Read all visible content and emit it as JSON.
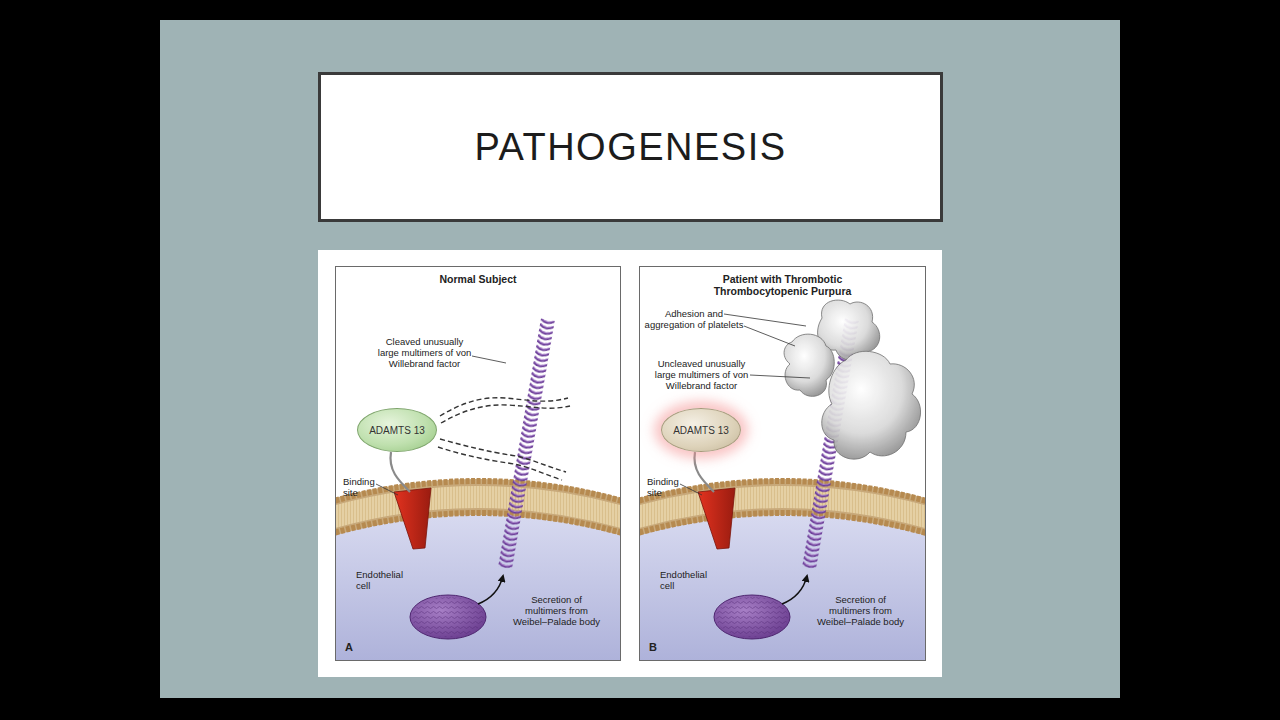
{
  "diagram": {
    "title": "PATHOGENESIS",
    "nodes": [
      {
        "text": [
          "Normal Subject"
        ]
      },
      {
        "text": [
          "ADAMTS 13"
        ],
        "in": 0
      },
      {
        "text": [
          "Patient with Thrombotic Thrombocytopenic Purpura"
        ]
      },
      {
        "text": [
          "ADAMTS 13"
        ],
        "in": 2
      }
    ],
    "labels": [
      "Cleaved unusually large multimers of von Willebrand factor",
      "Binding site",
      "Endothelial cell",
      "Secretion of multimers from Weibel–Palade body",
      "A",
      "Adhesion and aggregation of platelets",
      "Uncleaved unusually large multimers of von Willebrand factor",
      "Binding site",
      "Endothelial cell",
      "Secretion of multimers from Weibel–Palade body",
      "B"
    ]
  }
}
